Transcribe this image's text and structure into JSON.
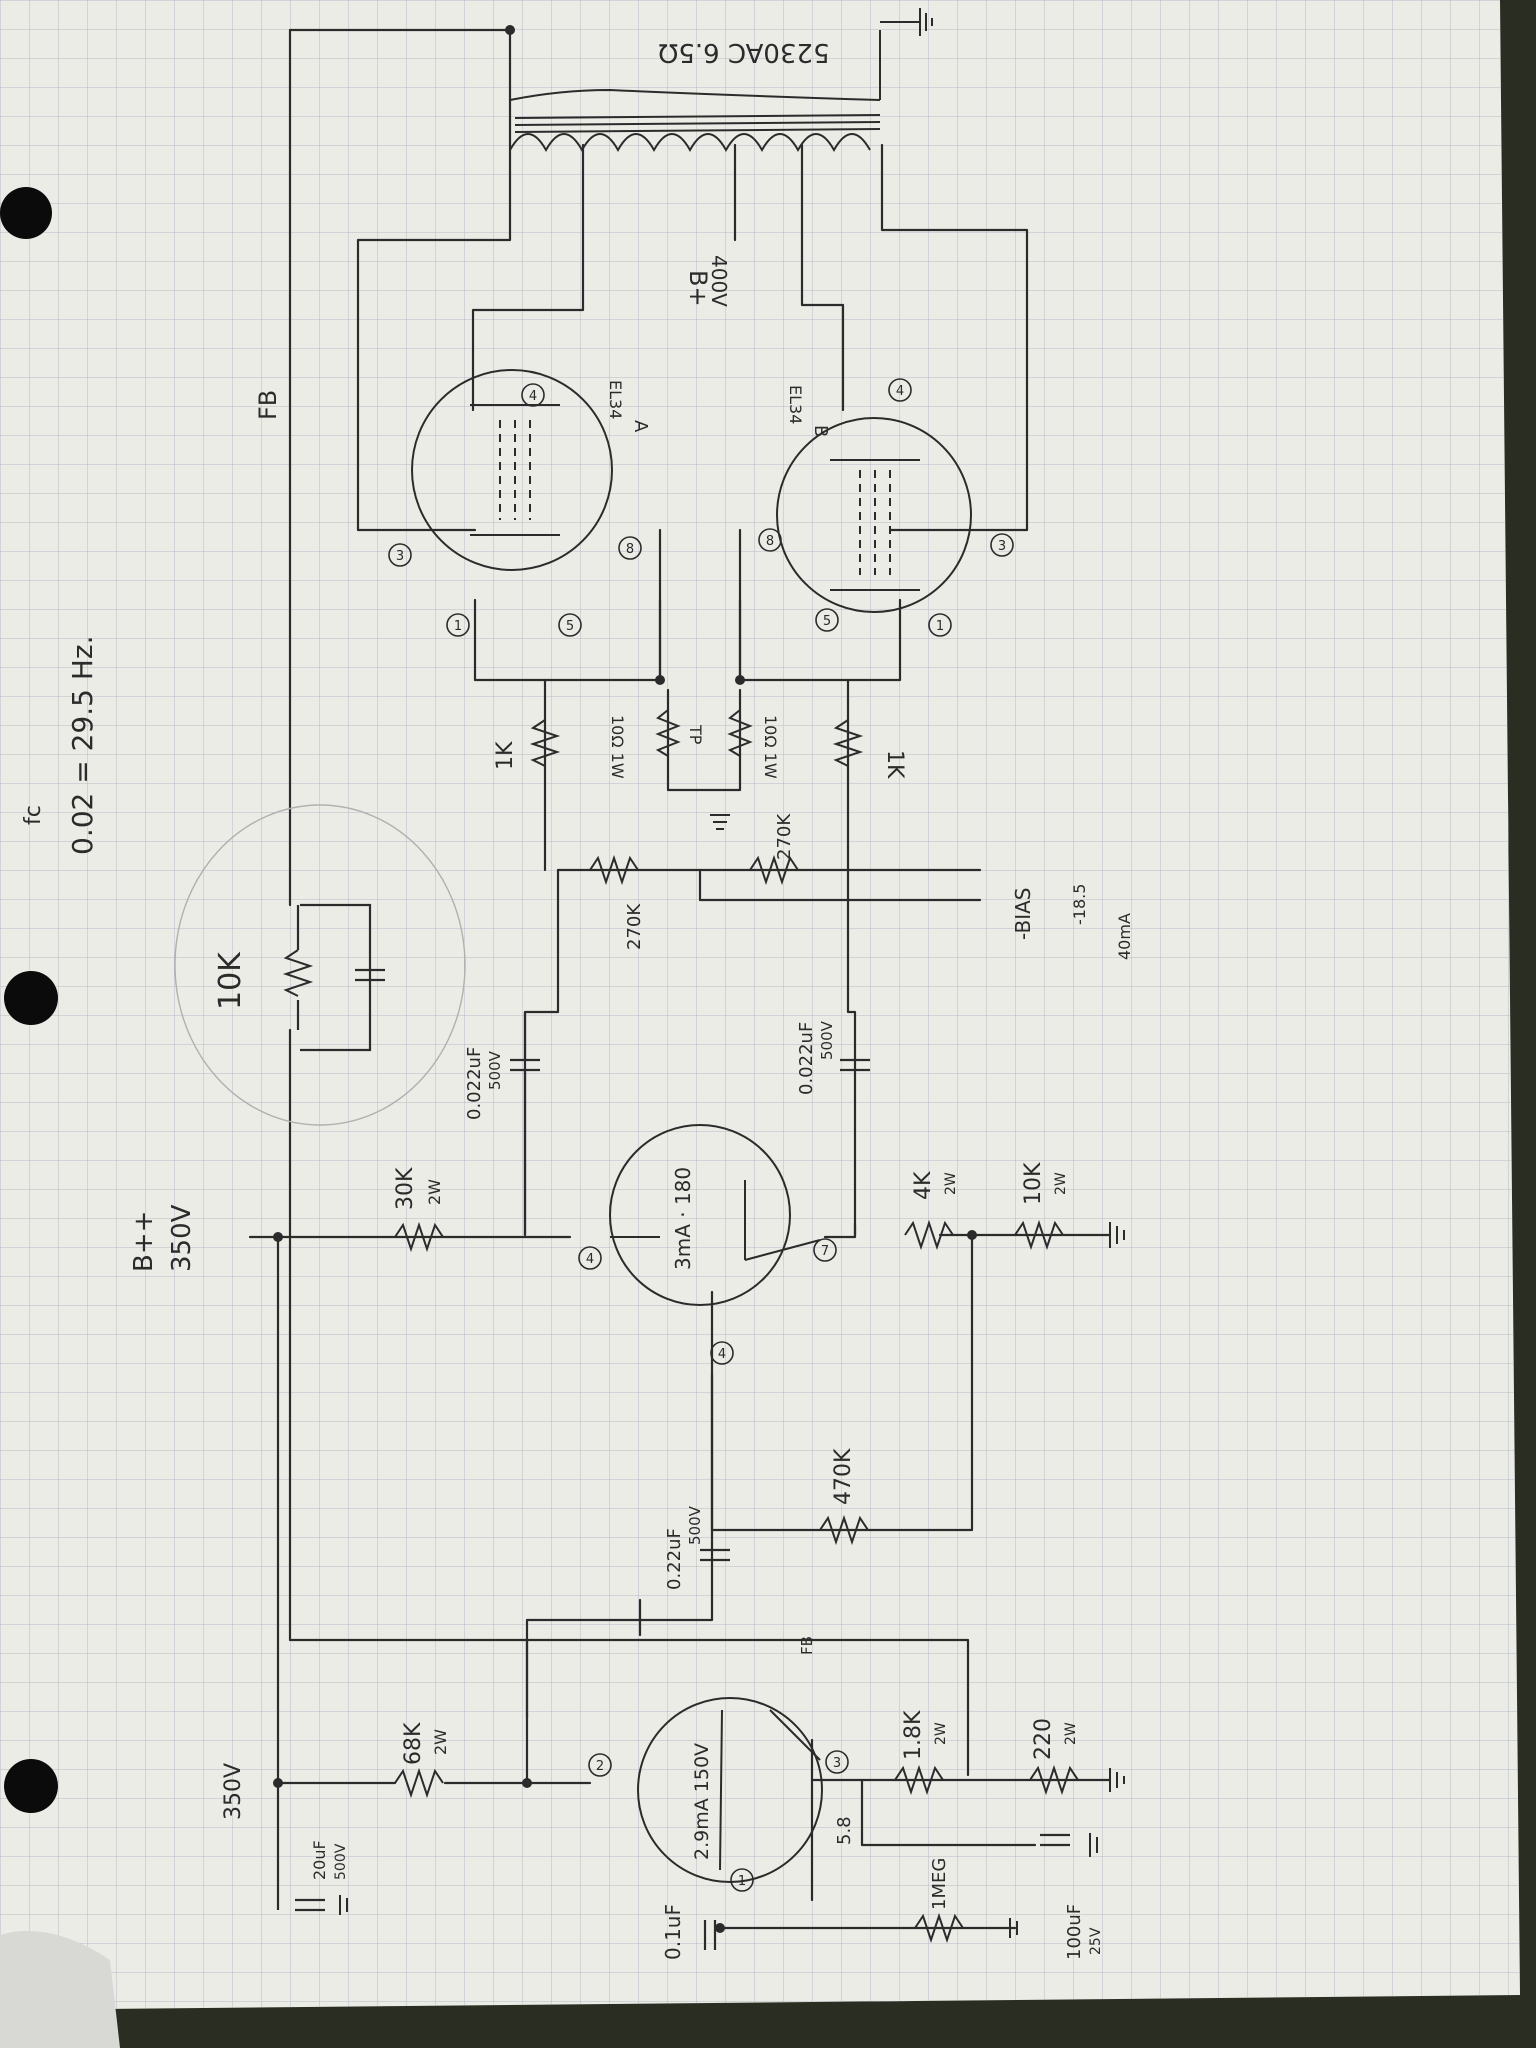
{
  "colors": {
    "paper": "#ecece7",
    "grid": "#b4bbc4",
    "ink": "#2b2b2b",
    "background": "#2a2d22"
  },
  "header": {
    "formula_fc": "fc",
    "formula": "0.02 = 29.5 Hz."
  },
  "transformer": {
    "label": "5230AC 6.5Ω"
  },
  "supply": {
    "bplus_label": "B+",
    "bplus_value": "400V",
    "bpp_label": "B++",
    "bpp_value": "350V",
    "node_350": "350V"
  },
  "feedback": {
    "label": "FB",
    "label_small": "FB"
  },
  "tubes": {
    "el34_a": {
      "name": "EL34",
      "id": "A"
    },
    "el34_b": {
      "name": "EL34",
      "id": "B"
    },
    "driver": {
      "label": "3mA · 180"
    },
    "input": {
      "label": "2.9mA 150V"
    }
  },
  "pins": {
    "p1": "1",
    "p2": "2",
    "p3": "3",
    "p4": "4",
    "p5": "5",
    "p7": "7",
    "p8": "8"
  },
  "bias": {
    "label": "-BIAS",
    "voltage": "-18.5",
    "current": "40mA"
  },
  "components": {
    "fb_resistor": "10K",
    "grid_stop_a": "1K",
    "grid_stop_b": "1K",
    "cathode_a": "10Ω 1W",
    "cathode_b": "10Ω 1W",
    "tp": "TP",
    "bias_a": "270K",
    "bias_b": "270K",
    "coupling_a_value": "0.022uF",
    "coupling_a_voltage": "500V",
    "coupling_b_value": "0.022uF",
    "coupling_b_voltage": "500V",
    "plate_load": "30K",
    "plate_load_power": "2W",
    "tail_4k": "4K",
    "tail_4k_power": "2W",
    "tail_10k": "10K",
    "tail_10k_power": "2W",
    "coupling_in_value": "0.22uF",
    "coupling_in_voltage": "500V",
    "grid_470k": "470K",
    "input_plate": "68K",
    "input_plate_power": "2W",
    "cathode_18k": "1.8K",
    "cathode_18k_power": "2W",
    "cathode_220": "220",
    "cathode_220_power": "2W",
    "input_grid": "1MEG",
    "input_cap": "0.1uF",
    "filter_cap_value": "20uF",
    "filter_cap_voltage": "500V",
    "bypass_cap_value": "100uF",
    "bypass_cap_voltage": "25V",
    "cathode_voltage": "5.8"
  }
}
